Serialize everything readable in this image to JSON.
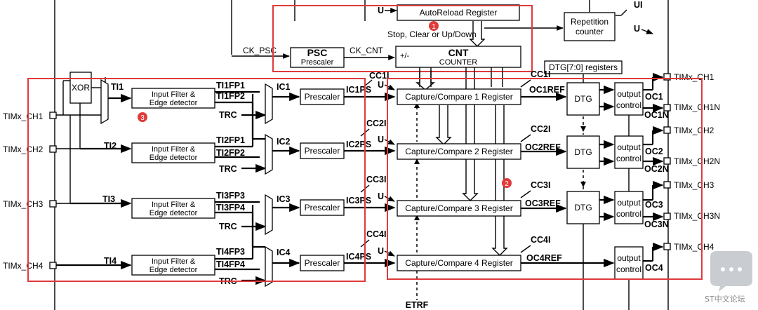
{
  "blocks": {
    "autoreload": "AutoReload Register",
    "stop_clear": "Stop, Clear or Up/Down",
    "repetition_l1": "Repetition",
    "repetition_l2": "counter",
    "psc_title": "PSC",
    "psc_sub": "Prescaler",
    "cnt_title": "CNT",
    "cnt_sub": "COUNTER",
    "plus_minus": "+/-",
    "dtg_registers": "DTG[7:0] registers",
    "xor": "XOR",
    "filter_l1": "Input Filter &",
    "filter_l2": "Edge detector",
    "prescaler": "Prescaler",
    "cc1": "Capture/Compare 1 Register",
    "cc2": "Capture/Compare 2 Register",
    "cc3": "Capture/Compare 3 Register",
    "cc4": "Capture/Compare 4 Register",
    "dtg": "DTG",
    "output_l1": "output",
    "output_l2": "control"
  },
  "signals": {
    "ck_psc": "CK_PSC",
    "ck_cnt": "CK_CNT",
    "u": "U",
    "ui": "UI",
    "ti1": "TI1",
    "ti2": "TI2",
    "ti3": "TI3",
    "ti4": "TI4",
    "ti1fp1": "TI1FP1",
    "ti1fp2": "TI1FP2",
    "ti2fp1": "TI2FP1",
    "ti2fp2": "TI2FP2",
    "ti3fp3": "TI3FP3",
    "ti3fp4": "TI3FP4",
    "ti4fp3": "TI4FP3",
    "ti4fp4": "TI4FP4",
    "trc": "TRC",
    "ic1": "IC1",
    "ic2": "IC2",
    "ic3": "IC3",
    "ic4": "IC4",
    "ic1ps": "IC1PS",
    "ic2ps": "IC2PS",
    "ic3ps": "IC3PS",
    "ic4ps": "IC4PS",
    "cc1i": "CC1I",
    "cc2i": "CC2I",
    "cc3i": "CC3I",
    "cc4i": "CC4I",
    "oc1ref": "OC1REF",
    "oc2ref": "OC2REF",
    "oc3ref": "OC3REF",
    "oc4ref": "OC4REF",
    "oc1": "OC1",
    "oc1n": "OC1N",
    "oc2": "OC2",
    "oc2n": "OC2N",
    "oc3": "OC3",
    "oc3n": "OC3N",
    "oc4": "OC4",
    "etrf": "ETRF"
  },
  "pins": {
    "in_ch1": "TIMx_CH1",
    "in_ch2": "TIMx_CH2",
    "in_ch3": "TIMx_CH3",
    "in_ch4": "TIMx_CH4",
    "out_ch1": "TIMx_CH1",
    "out_ch1n": "TIMx_CH1N",
    "out_ch2": "TIMx_CH2",
    "out_ch2n": "TIMx_CH2N",
    "out_ch3": "TIMx_CH3",
    "out_ch3n": "TIMx_CH3N",
    "out_ch4": "TIMx_CH4"
  },
  "annotations": {
    "one": "1",
    "two": "2",
    "three": "3"
  },
  "watermark": "ST中文论坛",
  "colors": {
    "highlight": "#e03a3a",
    "badge": "#e03a3a",
    "ink": "#000000"
  }
}
